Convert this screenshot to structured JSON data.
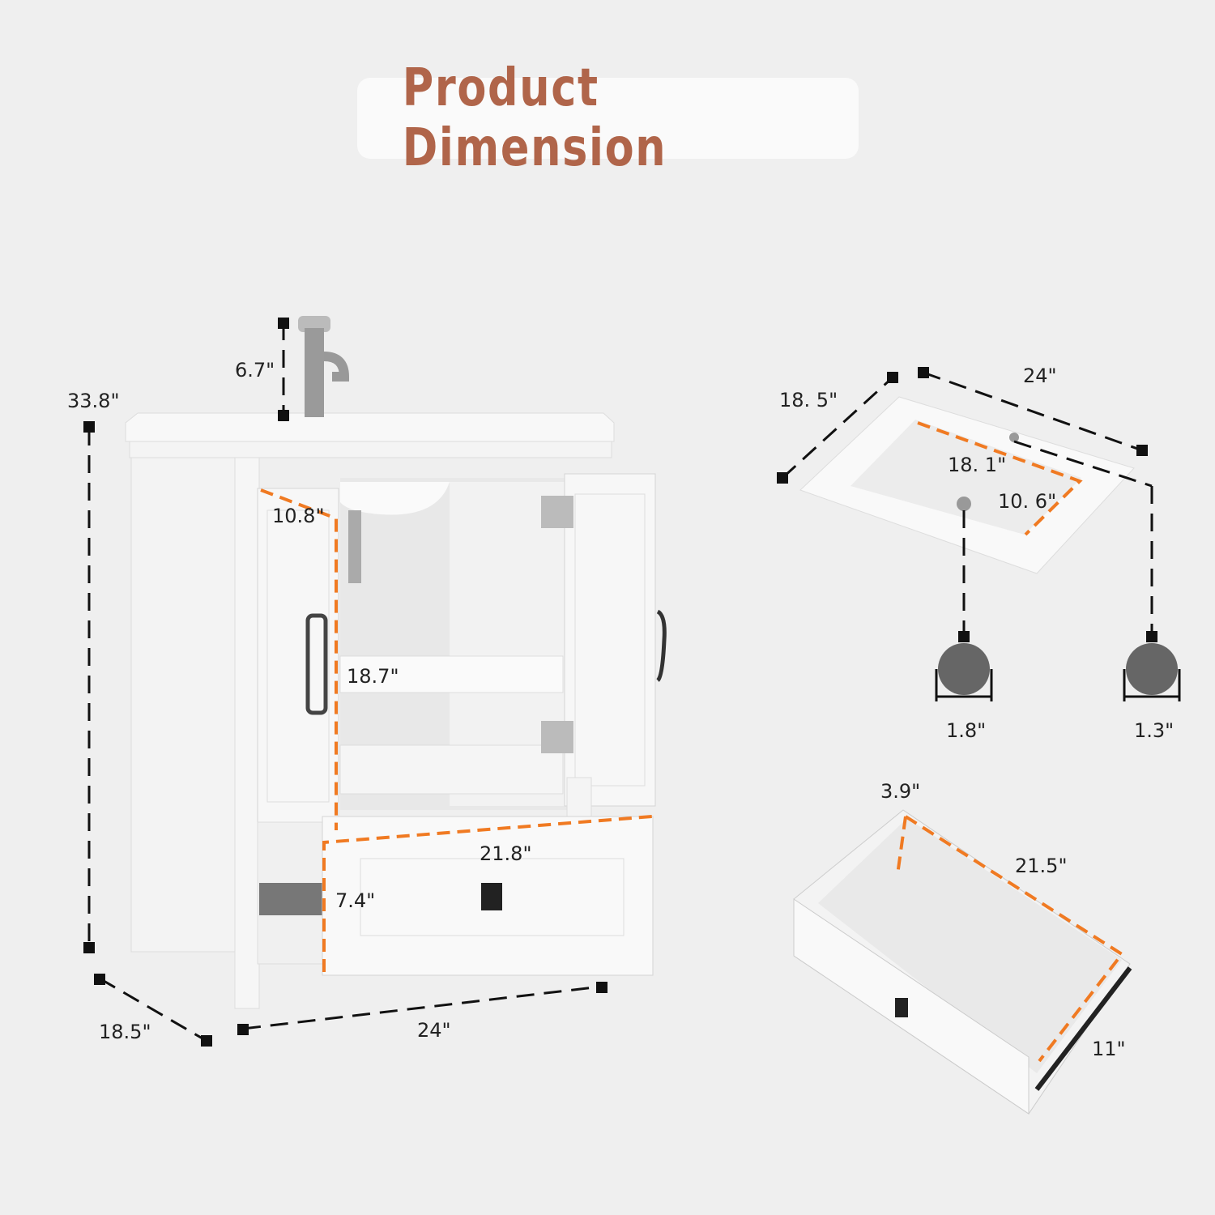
{
  "title": "Product Dimension",
  "colors": {
    "title": "#b0654a",
    "accent": "#f07a22",
    "background": "#efefef"
  },
  "vanity": {
    "height_total": "33.8\"",
    "faucet_height": "6.7\"",
    "door_width": "10.8\"",
    "shelf_depth": "18.7\"",
    "drawer_width": "21.8\"",
    "drawer_height": "7.4\"",
    "depth": "18.5\"",
    "width": "24\""
  },
  "sink": {
    "depth": "18. 5\"",
    "width": "24\"",
    "basin_length": "18. 1\"",
    "basin_width": "10. 6\"",
    "drain_hole": "1.8\"",
    "faucet_hole": "1.3\""
  },
  "drawer": {
    "height": "3.9\"",
    "length": "21.5\"",
    "width": "11\""
  }
}
